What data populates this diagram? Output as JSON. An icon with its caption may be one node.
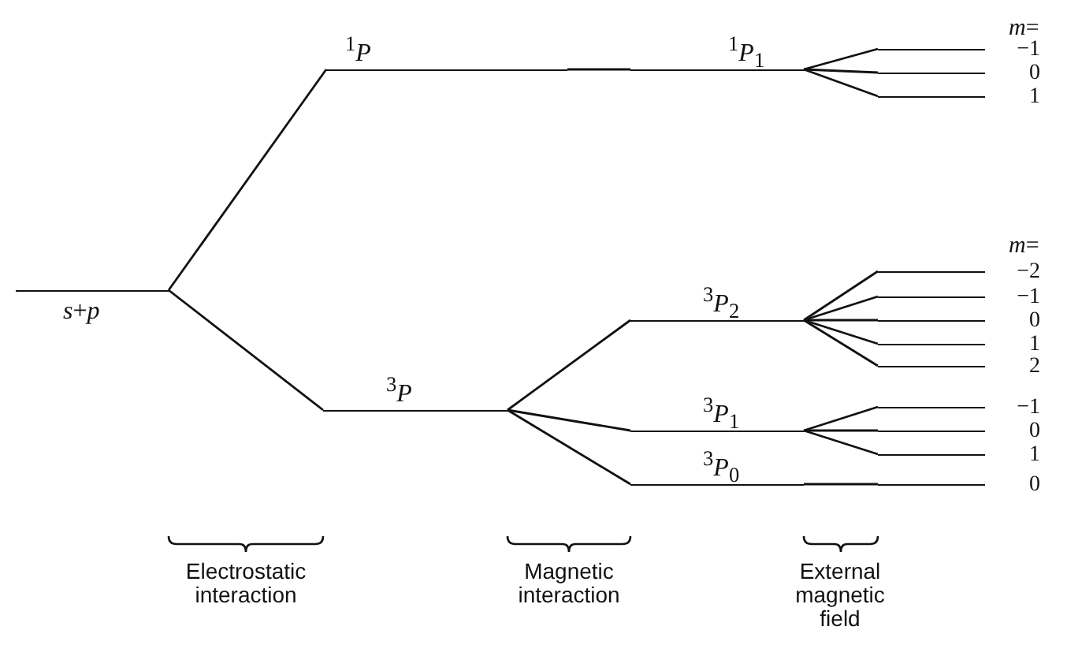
{
  "diagram": {
    "nodes": [
      {
        "text": [
          "*s*+*p*"
        ]
      },
      {
        "text": [
          "$^{1}$*P*"
        ]
      },
      {
        "text": [
          "$^{3}$*P*"
        ]
      },
      {
        "text": [
          "$^{1}$*P*$_{1}$"
        ]
      },
      {
        "text": [
          "$^{3}$*P*$_{2}$"
        ]
      },
      {
        "text": [
          "$^{3}$*P*$_{1}$"
        ]
      },
      {
        "text": [
          "$^{3}$*P*$_{0}$"
        ]
      },
      {
        "text": [
          "−1"
        ]
      },
      {
        "text": [
          "0"
        ]
      },
      {
        "text": [
          "1"
        ]
      },
      {
        "text": [
          "−2"
        ]
      },
      {
        "text": [
          "−1"
        ]
      },
      {
        "text": [
          "0"
        ]
      },
      {
        "text": [
          "1"
        ]
      },
      {
        "text": [
          "2"
        ]
      },
      {
        "text": [
          "−1"
        ]
      },
      {
        "text": [
          "0"
        ]
      },
      {
        "text": [
          "1"
        ]
      },
      {
        "text": [
          "0"
        ]
      }
    ],
    "edges": [
      {
        "from": 0,
        "to": 1,
        "arrow": "none"
      },
      {
        "from": 0,
        "to": 2,
        "arrow": "none"
      },
      {
        "from": 1,
        "to": 3,
        "arrow": "none"
      },
      {
        "from": 2,
        "to": 4,
        "arrow": "none"
      },
      {
        "from": 2,
        "to": 5,
        "arrow": "none"
      },
      {
        "from": 2,
        "to": 6,
        "arrow": "none"
      },
      {
        "from": 3,
        "to": 7,
        "arrow": "none"
      },
      {
        "from": 3,
        "to": 8,
        "arrow": "none"
      },
      {
        "from": 3,
        "to": 9,
        "arrow": "none"
      },
      {
        "from": 4,
        "to": 10,
        "arrow": "none"
      },
      {
        "from": 4,
        "to": 11,
        "arrow": "none"
      },
      {
        "from": 4,
        "to": 12,
        "arrow": "none"
      },
      {
        "from": 4,
        "to": 13,
        "arrow": "none"
      },
      {
        "from": 4,
        "to": 14,
        "arrow": "none"
      },
      {
        "from": 5,
        "to": 15,
        "arrow": "none"
      },
      {
        "from": 5,
        "to": 16,
        "arrow": "none"
      },
      {
        "from": 5,
        "to": 17,
        "arrow": "none"
      },
      {
        "from": 6,
        "to": 18,
        "arrow": "none"
      }
    ],
    "labels": [
      "*m*=",
      "*m*=",
      "Electrostatic interaction",
      "Magnetic interaction",
      "External magnetic field"
    ]
  }
}
